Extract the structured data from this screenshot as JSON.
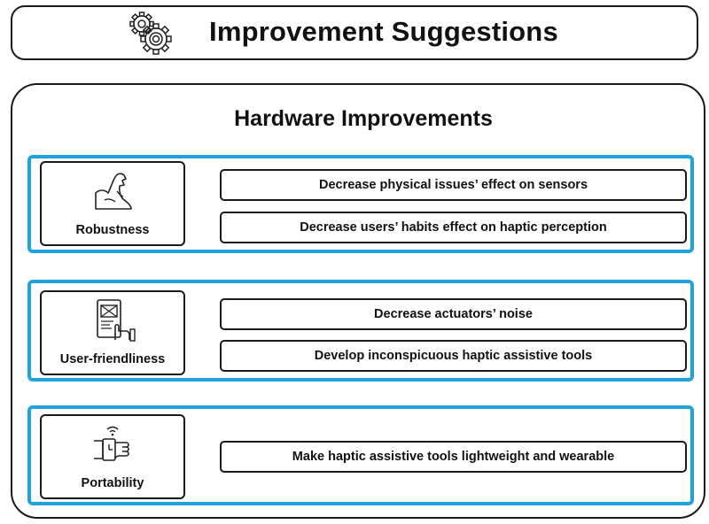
{
  "header": {
    "title": "Improvement Suggestions",
    "icon": "gears-icon"
  },
  "section": {
    "title": "Hardware Improvements"
  },
  "groups": [
    {
      "category": "Robustness",
      "icon": "flexed-arm-icon",
      "items": [
        "Decrease physical issues’ effect on sensors",
        "Decrease users’ habits effect on haptic perception"
      ]
    },
    {
      "category": "User-friendliness",
      "icon": "phone-touch-icon",
      "items": [
        "Decrease actuators’ noise",
        "Develop inconspicuous haptic assistive tools"
      ]
    },
    {
      "category": "Portability",
      "icon": "smartwatch-icon",
      "items": [
        "Make haptic assistive tools lightweight and wearable"
      ]
    }
  ],
  "colors": {
    "group_border": "#20a3dc",
    "outline": "#1a1a1a"
  }
}
